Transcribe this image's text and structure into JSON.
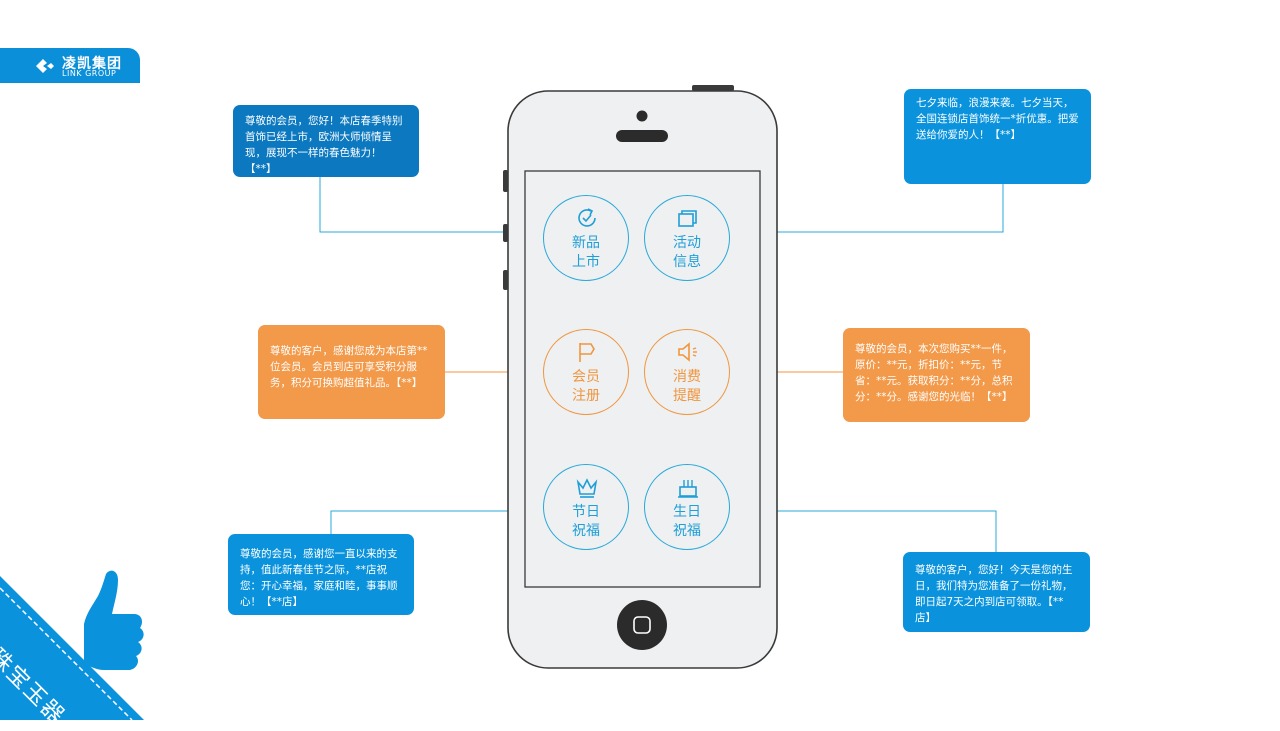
{
  "logo": {
    "name_cn": "凌凯集团",
    "name_en": "LINK GROUP"
  },
  "corner_tag": "珠宝玉器",
  "features": [
    {
      "line1": "新品",
      "line2": "上市",
      "icon": "refresh-check-icon",
      "tone": "blue"
    },
    {
      "line1": "活动",
      "line2": "信息",
      "icon": "stacked-cards-icon",
      "tone": "blue"
    },
    {
      "line1": "会员",
      "line2": "注册",
      "icon": "flag-icon",
      "tone": "orange"
    },
    {
      "line1": "消费",
      "line2": "提醒",
      "icon": "speaker-icon",
      "tone": "orange"
    },
    {
      "line1": "节日",
      "line2": "祝福",
      "icon": "crown-icon",
      "tone": "blue"
    },
    {
      "line1": "生日",
      "line2": "祝福",
      "icon": "cake-icon",
      "tone": "blue"
    }
  ],
  "messages": {
    "new_arrival": "尊敬的会员，您好！本店春季特别首饰已经上市，欧洲大师倾情呈现，展现不一样的春色魅力！【**】",
    "activity": "七夕来临，浪漫来袭。七夕当天，全国连锁店首饰统一*折优惠。把爱送给你爱的人！【**】",
    "member_register": "尊敬的客户，感谢您成为本店第**位会员。会员到店可享受积分服务，积分可换购超值礼品。【**】",
    "consumption": "尊敬的会员，本次您购买**一件，原价：**元，折扣价：**元，节省：**元。获取积分：**分，总积分：**分。感谢您的光临！【**】",
    "holiday": "尊敬的会员，感谢您一直以来的支持，值此新春佳节之际，**店祝您：开心幸福，家庭和睦，事事顺心！【**店】",
    "birthday": "尊敬的客户，您好！今天是您的生日，我们特为您准备了一份礼物，即日起7天之内到店可领取。【**店】"
  },
  "colors": {
    "blue": "#0a93dc",
    "blue_dark": "#0b78bf",
    "orange": "#f2994a",
    "line_blue": "#29a9d9",
    "line_orange": "#f0963e",
    "phone_fill": "#eef0f2",
    "phone_stroke": "#3a3a3a"
  }
}
